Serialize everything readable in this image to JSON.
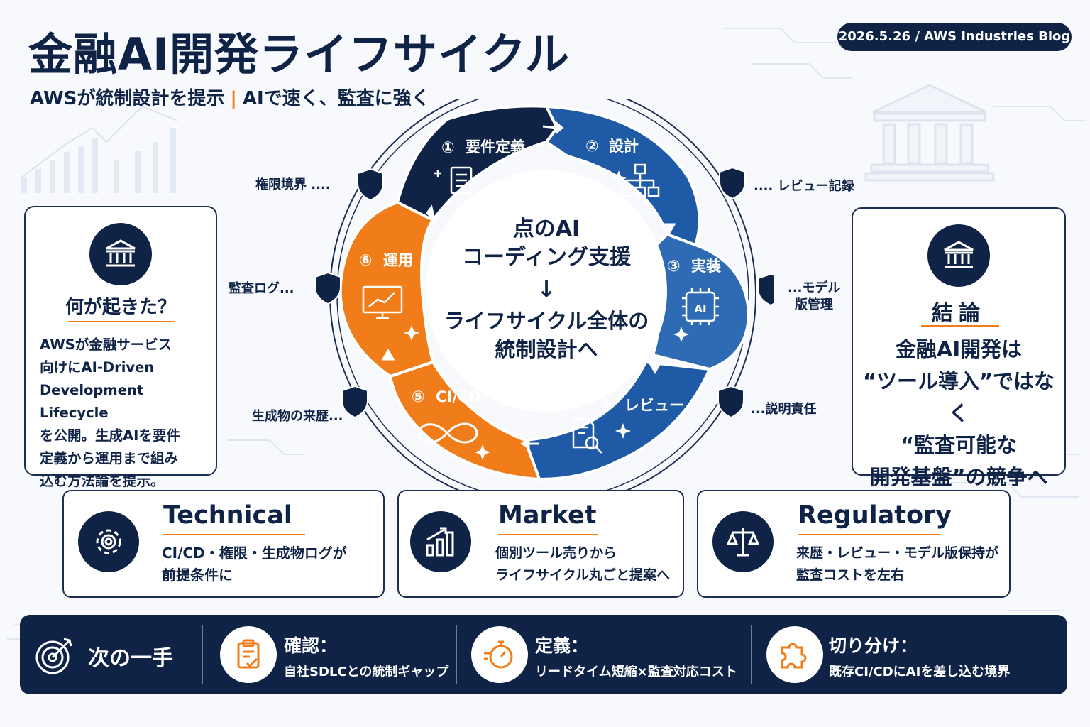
{
  "header": {
    "title": "金融AI開発ライフサイクル",
    "subtitle_left": "AWSが統制設計を提示",
    "subtitle_sep": "|",
    "subtitle_right": "AIで速く、監査に強く",
    "date_badge": "2026.5.26 / AWS Industries Blog"
  },
  "cycle": {
    "center_line1": "点のAI",
    "center_line2": "コーディング支援",
    "center_arrow": "↓",
    "center_line3": "ライフサイクル全体の",
    "center_line4": "統制設計へ",
    "stages": [
      {
        "num": "①",
        "label": "要件定義",
        "icon": "requirements-doc-icon"
      },
      {
        "num": "②",
        "label": "設計",
        "icon": "design-hierarchy-icon"
      },
      {
        "num": "③",
        "label": "実装",
        "icon": "ai-chip-icon"
      },
      {
        "num": "④",
        "label": "レビュー",
        "icon": "document-magnifier-icon"
      },
      {
        "num": "⑤",
        "label": "CI/CD",
        "icon": "infinity-icon"
      },
      {
        "num": "⑥",
        "label": "運用",
        "icon": "monitor-chart-icon"
      }
    ],
    "controls": [
      {
        "label": "権限境界 ....",
        "icon": "shield-icon"
      },
      {
        "label": ".... レビュー記録",
        "icon": "shield-icon"
      },
      {
        "label": "監査ログ...",
        "icon": "shield-icon"
      },
      {
        "label": "...モデル",
        "label2": "版管理",
        "icon": "shield-icon"
      },
      {
        "label": "生成物の来歴...",
        "icon": "shield-icon"
      },
      {
        "label": "...説明責任",
        "icon": "shield-icon"
      }
    ]
  },
  "left_panel": {
    "heading": "何が起きた？",
    "body": "AWSが金融サービス\n向けにAI-Driven\nDevelopment Lifecycle\nを公開。生成AIを要件\n定義から運用まで組み\n込む方法論を提示。",
    "icon": "bank-icon"
  },
  "right_panel": {
    "heading": "結論",
    "body": "金融AI開発は\n“ツール導入”ではなく\n“監査可能な\n開発基盤”の競争へ",
    "icon": "bank-icon"
  },
  "cards": [
    {
      "title": "Technical",
      "body": "CI/CD・権限・生成物ログが\n前提条件に",
      "icon": "gear-icon"
    },
    {
      "title": "Market",
      "body": "個別ツール売りから\nライフサイクル丸ごと提案へ",
      "icon": "bar-chart-growth-icon"
    },
    {
      "title": "Regulatory",
      "body": "来歴・レビュー・モデル版保持が\n監査コストを左右",
      "icon": "scales-icon"
    }
  ],
  "next_steps": {
    "label": "次の一手",
    "items": [
      {
        "title": "確認：",
        "text": "自社SDLCとの統制ギャップ",
        "icon": "clipboard-check-icon"
      },
      {
        "title": "定義：",
        "text": "リードタイム短縮×監査対応コスト",
        "icon": "stopwatch-icon"
      },
      {
        "title": "切り分け：",
        "text": "既存CI/CDにAIを差し込む境界",
        "icon": "puzzle-icon"
      }
    ]
  },
  "colors": {
    "navy": "#0f2346",
    "blue": "#1e5aa6",
    "mid_blue": "#2f6bb4",
    "orange": "#f07d1a"
  }
}
